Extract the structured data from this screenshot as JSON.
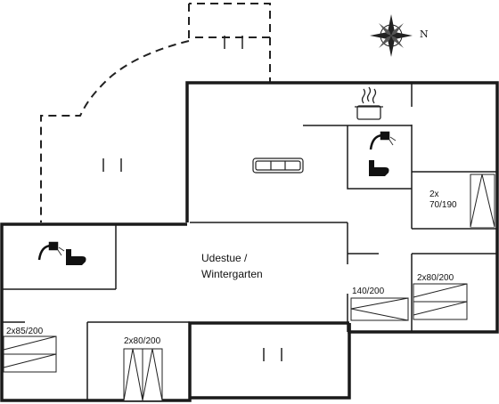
{
  "compass": {
    "north_label": "N",
    "icon": "compass-rose-icon"
  },
  "rooms": {
    "wintergarden": {
      "line1": "Udestue /",
      "line2": "Wintergarten"
    }
  },
  "beds": {
    "bunk_right": {
      "line1": "2x",
      "line2": "70/190"
    },
    "bed_140": "140/200",
    "bed_2x80_right": "2x80/200",
    "bed_2x85": "2x85/200",
    "bed_2x80_bottom": "2x80/200"
  },
  "icons": {
    "sofa": "sofa-icon",
    "kitchen": "cooking-pot-icon",
    "shower": "shower-icon",
    "toilet": "toilet-icon"
  },
  "colors": {
    "wall": "#1a1a1a",
    "background": "#ffffff"
  }
}
